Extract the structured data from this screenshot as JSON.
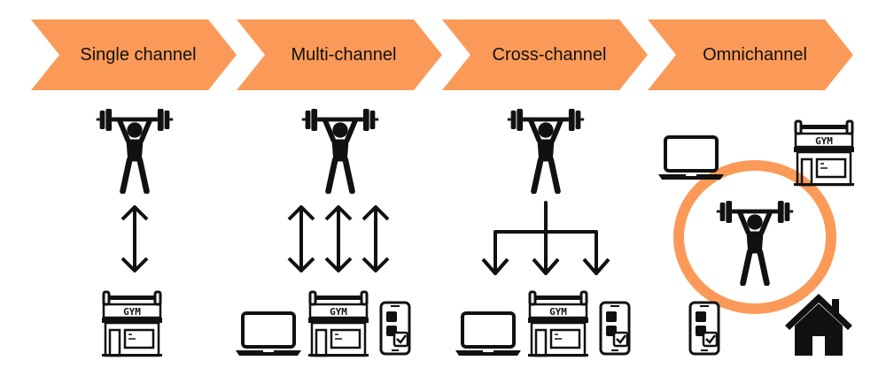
{
  "stages": [
    {
      "label": "Single channel"
    },
    {
      "label": "Multi-channel"
    },
    {
      "label": "Cross-channel"
    },
    {
      "label": "Omnichannel"
    }
  ],
  "gym_sign": "GYM",
  "colors": {
    "accent": "#fb9a58",
    "ink": "#111111",
    "background": "#ffffff"
  },
  "icons": [
    "weightlifter-icon",
    "double-arrow-icon",
    "branch-arrow-icon",
    "gym-store-icon",
    "laptop-icon",
    "smartphone-icon",
    "house-icon"
  ]
}
